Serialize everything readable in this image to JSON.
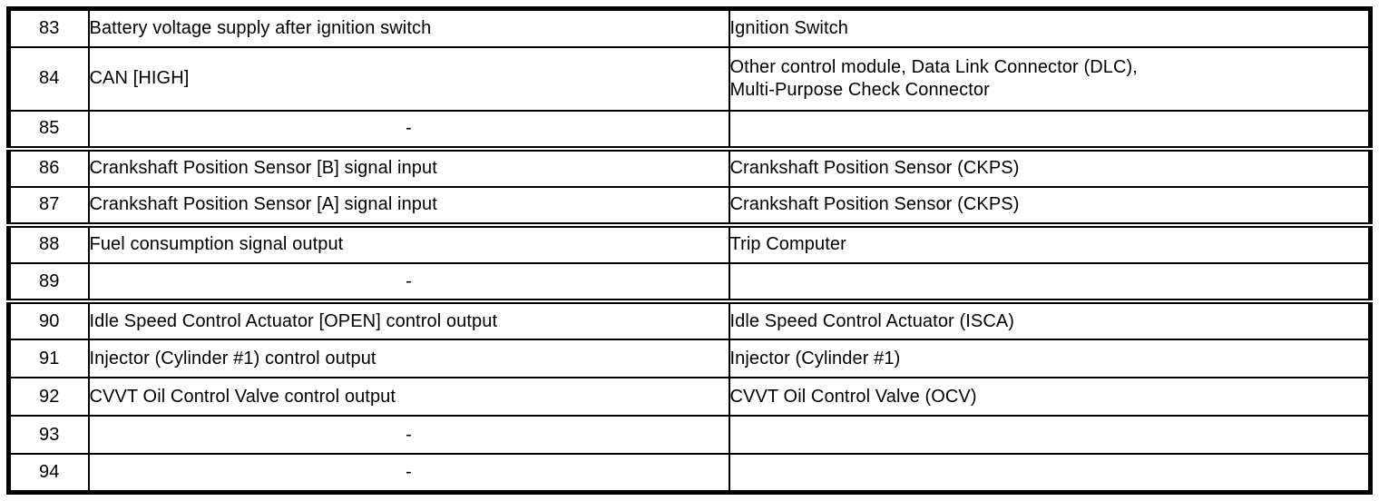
{
  "table": {
    "name": "connector-pin-table",
    "border_color": "#000000",
    "text_color": "#000000",
    "background_color": "#ffffff",
    "columns": [
      "pin",
      "description",
      "connected_to"
    ],
    "rows": [
      {
        "pin": "83",
        "description": "Battery voltage supply after ignition switch",
        "connected_to": "Ignition Switch"
      },
      {
        "pin": "84",
        "description": "CAN [HIGH]",
        "connected_to": "Other control module, Data Link Connector (DLC),\nMulti-Purpose Check Connector"
      },
      {
        "pin": "85",
        "description": "-",
        "connected_to": ""
      },
      {
        "pin": "86",
        "description": "Crankshaft Position Sensor [B] signal input",
        "connected_to": "Crankshaft Position Sensor (CKPS)"
      },
      {
        "pin": "87",
        "description": "Crankshaft Position Sensor [A] signal input",
        "connected_to": "Crankshaft Position Sensor (CKPS)"
      },
      {
        "pin": "88",
        "description": "Fuel consumption signal output",
        "connected_to": "Trip Computer"
      },
      {
        "pin": "89",
        "description": "-",
        "connected_to": ""
      },
      {
        "pin": "90",
        "description": "Idle Speed Control Actuator [OPEN] control output",
        "connected_to": "Idle Speed Control Actuator (ISCA)"
      },
      {
        "pin": "91",
        "description": "Injector (Cylinder #1) control output",
        "connected_to": "Injector (Cylinder #1)"
      },
      {
        "pin": "92",
        "description": "CVVT Oil Control Valve control output",
        "connected_to": "CVVT Oil Control Valve (OCV)"
      },
      {
        "pin": "93",
        "description": "-",
        "connected_to": ""
      },
      {
        "pin": "94",
        "description": "-",
        "connected_to": ""
      }
    ]
  }
}
